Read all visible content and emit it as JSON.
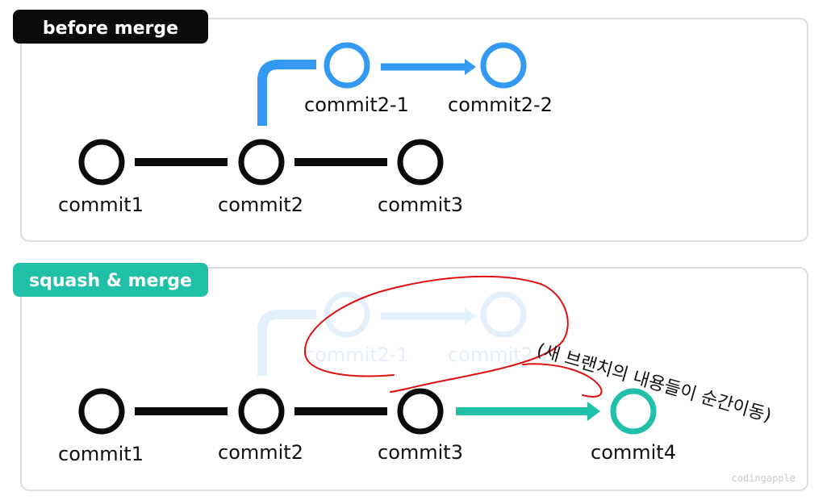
{
  "panels": {
    "before": {
      "title": "before merge",
      "badge_color": "#0b0b0b",
      "commits": [
        "commit1",
        "commit2",
        "commit3"
      ],
      "branch_commits": [
        "commit2-1",
        "commit2-2"
      ]
    },
    "squash": {
      "title": "squash & merge",
      "badge_color": "#1fbfa8",
      "commits": [
        "commit1",
        "commit2",
        "commit3",
        "commit4"
      ],
      "branch_commits": [
        "commit2-1",
        "commit2-2"
      ],
      "note": "(새 브랜치의 내용들이 순간이동)"
    }
  },
  "colors": {
    "main": "#0b0b0b",
    "branch": "#3399f3",
    "branch_faded": "#e3effb",
    "squash": "#1fbfa8",
    "annotation": "#e01010"
  },
  "watermark": "codingapple"
}
